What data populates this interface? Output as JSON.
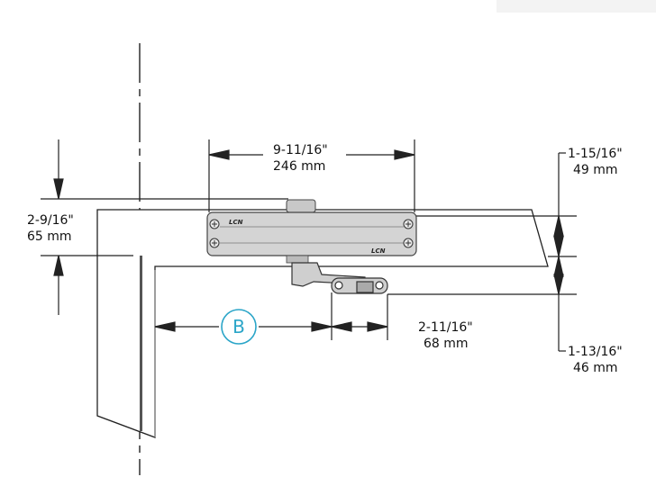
{
  "dimensions": {
    "closer_width_in": "9-11/16\"",
    "closer_width_mm": "246 mm",
    "frame_height_in": "2-9/16\"",
    "frame_height_mm": "65 mm",
    "closer_height_in": "1-15/16\"",
    "closer_height_mm": "49 mm",
    "arm_offset_in": "2-11/16\"",
    "arm_offset_mm": "68 mm",
    "arm_drop_in": "1-13/16\"",
    "arm_drop_mm": "46 mm"
  },
  "callout": {
    "label": "B",
    "color": "#2aa5c8"
  },
  "closer": {
    "logo_left": "LCN",
    "logo_right": "LCN",
    "body_color": "#d4d4d4"
  }
}
